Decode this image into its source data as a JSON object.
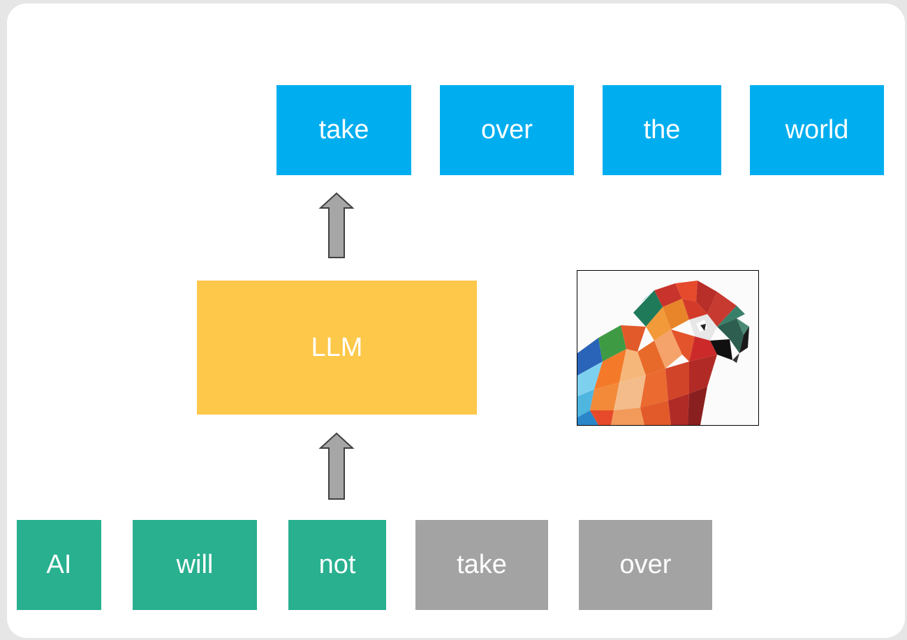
{
  "output_tokens": [
    "take",
    "over",
    "the",
    "world"
  ],
  "model_label": "LLM",
  "input_tokens": [
    {
      "text": "AI",
      "state": "given"
    },
    {
      "text": "will",
      "state": "given"
    },
    {
      "text": "not",
      "state": "given"
    },
    {
      "text": "take",
      "state": "generated"
    },
    {
      "text": "over",
      "state": "generated"
    }
  ],
  "colors": {
    "output": "#00aeef",
    "model": "#fec84b",
    "given": "#28b08f",
    "generated": "#a3a3a3",
    "arrow": "#a6a6a6"
  },
  "image": {
    "icon": "parrot-icon"
  }
}
